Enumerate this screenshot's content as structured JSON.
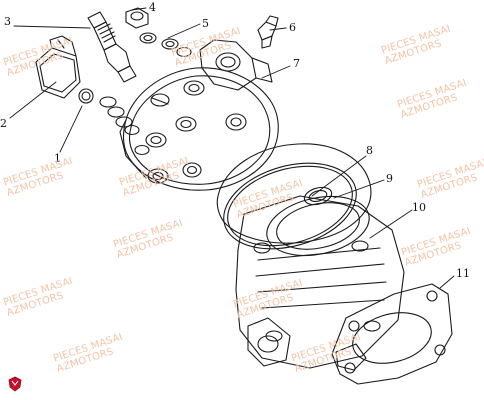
{
  "callouts": [
    "1",
    "2",
    "3",
    "4",
    "5",
    "6",
    "7",
    "8",
    "9",
    "10",
    "11"
  ],
  "watermark": {
    "line1": "PIECES MASAI",
    "line2": "AZMOTORS"
  },
  "colors": {
    "line": "#1a1a1a",
    "watermark": "#f3c3a6",
    "logo": "#c8102e"
  }
}
